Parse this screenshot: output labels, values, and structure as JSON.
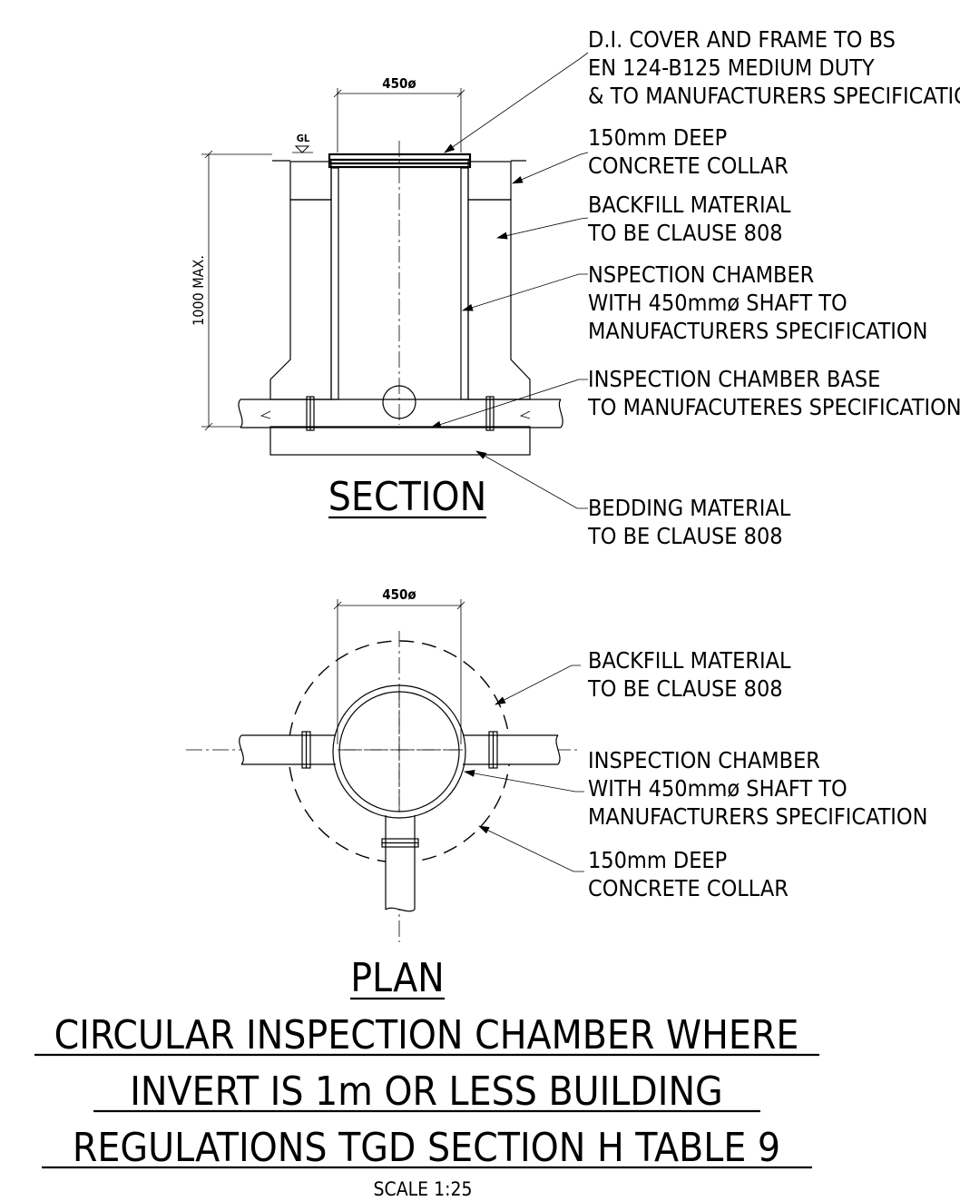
{
  "section": {
    "title": "SECTION",
    "dim_diameter": "450ø",
    "dim_depth": "1000 MAX.",
    "ground_level": "GL",
    "notes": {
      "cover": [
        "D.I. COVER AND FRAME TO BS",
        "EN 124-B125 MEDIUM DUTY",
        "& TO MANUFACTURERS SPECIFICATION"
      ],
      "collar": [
        "150mm DEEP",
        "CONCRETE COLLAR"
      ],
      "backfill": [
        "BACKFILL MATERIAL",
        "TO BE CLAUSE 808"
      ],
      "chamber": [
        "NSPECTION CHAMBER",
        "WITH 450mmø SHAFT TO",
        "MANUFACTURERS SPECIFICATION"
      ],
      "base": [
        "INSPECTION CHAMBER BASE",
        "TO MANUFACUTERES SPECIFICATION"
      ],
      "bedding": [
        "BEDDING MATERIAL",
        "TO BE CLAUSE 808"
      ]
    }
  },
  "plan": {
    "title": "PLAN",
    "dim_diameter": "450ø",
    "notes": {
      "backfill": [
        "BACKFILL MATERIAL",
        "TO BE CLAUSE 808"
      ],
      "chamber": [
        "INSPECTION CHAMBER",
        "WITH 450mmø SHAFT TO",
        "MANUFACTURERS SPECIFICATION"
      ],
      "collar": [
        "150mm DEEP",
        "CONCRETE COLLAR"
      ]
    }
  },
  "title_block": {
    "lines": [
      "CIRCULAR INSPECTION CHAMBER WHERE",
      "INVERT IS 1m OR LESS BUILDING",
      "REGULATIONS TGD SECTION H TABLE 9"
    ],
    "scale": "SCALE 1:25"
  }
}
